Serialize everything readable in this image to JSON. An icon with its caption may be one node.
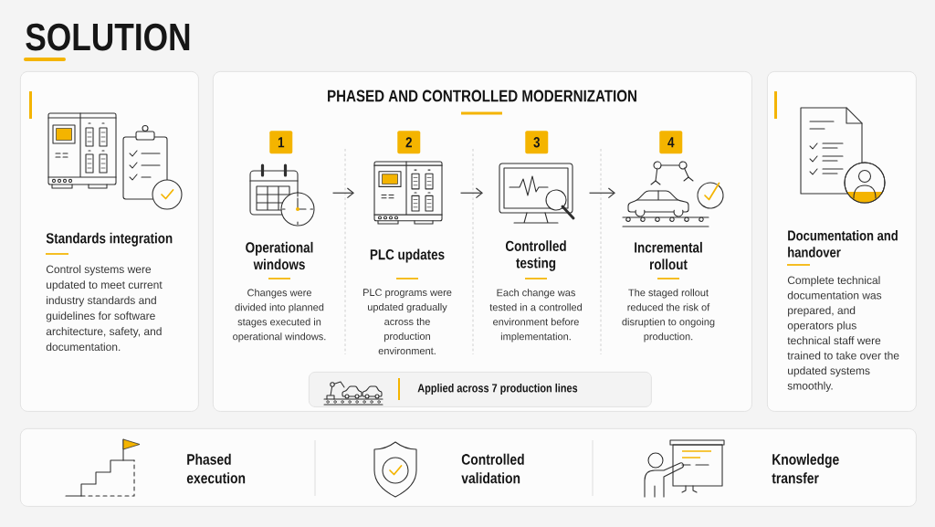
{
  "diagram": {
    "title": "SOLUTION",
    "nodes": [
      {
        "text": [
          "Standards integration",
          "Control systems were updated to meet current industry standards and guidelines for software architecture, safety, and documentation."
        ]
      },
      {
        "text": [
          "PHASED AND CONTROLLED MODERNIZATION"
        ]
      },
      {
        "text": [
          "1"
        ],
        "in": 1
      },
      {
        "text": [
          "Operational windows",
          "Changes were divided into planned stages executed in operational windows."
        ],
        "in": 1
      },
      {
        "text": [
          "2"
        ],
        "in": 1
      },
      {
        "text": [
          "PLC updates",
          "PLC programs were updated gradually across the production environment."
        ],
        "in": 1
      },
      {
        "text": [
          "3"
        ],
        "in": 1
      },
      {
        "text": [
          "Controlled testing",
          "Each change was tested in a controlled environment before implementation."
        ],
        "in": 1
      },
      {
        "text": [
          "4"
        ],
        "in": 1
      },
      {
        "text": [
          "Incremental rollout",
          "The staged rollout reduced the risk of disruptien to ongoing production."
        ],
        "in": 1
      },
      {
        "text": [
          "Applied across 7 production lines"
        ],
        "in": 1
      },
      {
        "text": [
          "Documentation and handover",
          "Complete technical documentation was prepared, and operators plus technical staff were trained to take over the updated systems smoothly."
        ]
      },
      {
        "text": [
          "Phased execution",
          "Controlled validation",
          "Knowledge transfer"
        ]
      }
    ],
    "edges": [
      {
        "from": 3,
        "to": 5,
        "arrow": "to"
      },
      {
        "from": 5,
        "to": 7,
        "arrow": "to"
      },
      {
        "from": 7,
        "to": 9,
        "arrow": "to"
      }
    ]
  }
}
